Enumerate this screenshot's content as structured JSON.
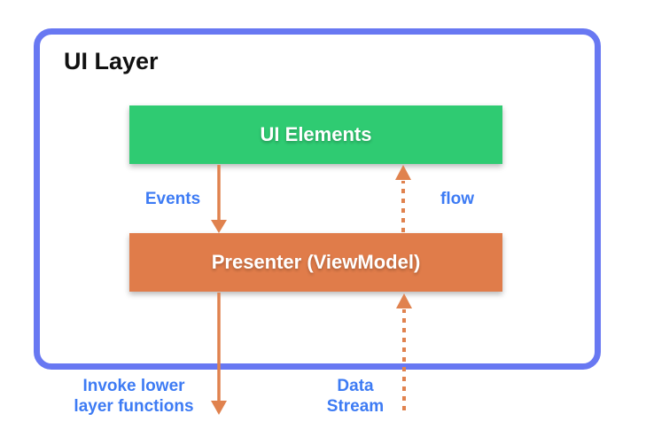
{
  "diagram": {
    "container": {
      "title": "UI Layer"
    },
    "nodes": [
      {
        "id": "ui-elements",
        "label": "UI Elements",
        "fill": "#2FCB72",
        "text_color": "#FFFFFF"
      },
      {
        "id": "presenter",
        "label": "Presenter (ViewModel)",
        "fill": "#E07C4A",
        "text_color": "#FFFFFF"
      }
    ],
    "edges": [
      {
        "id": "events",
        "label": "Events",
        "style": "solid",
        "direction": "down",
        "from": "ui-elements",
        "to": "presenter"
      },
      {
        "id": "flow",
        "label": "flow",
        "style": "dashed",
        "direction": "up",
        "from": "presenter",
        "to": "ui-elements"
      },
      {
        "id": "invoke-lower",
        "label": "Invoke lower\nlayer functions",
        "style": "solid",
        "direction": "down",
        "from": "presenter",
        "to": "outside-layer"
      },
      {
        "id": "data-stream",
        "label": "Data\nStream",
        "style": "dashed",
        "direction": "up",
        "from": "outside-layer",
        "to": "presenter"
      }
    ],
    "colors": {
      "frame_blue": "#6878F2",
      "node_green": "#2FCB72",
      "node_orange": "#E07C4A",
      "arrow_orange": "#E0824E",
      "label_blue": "#3D7BF4",
      "title_color": "#111111"
    }
  }
}
